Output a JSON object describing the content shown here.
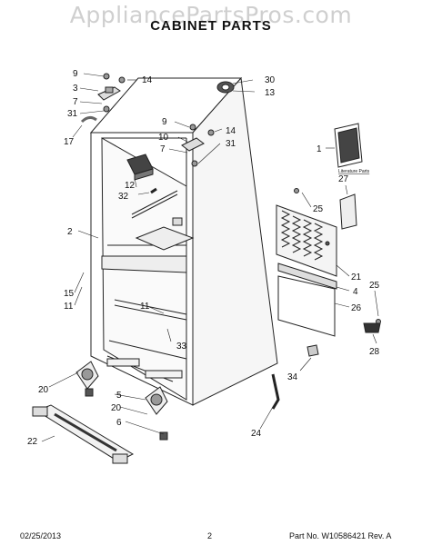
{
  "watermark": "AppliancePartsPros.com",
  "title": "CABINET PARTS",
  "literature_caption": "Literature Parts",
  "callouts": [
    "9",
    "14",
    "3",
    "7",
    "31",
    "17",
    "30",
    "13",
    "9",
    "10",
    "14",
    "7",
    "31",
    "1",
    "12",
    "32",
    "27",
    "25",
    "2",
    "15",
    "11",
    "11",
    "33",
    "21",
    "4",
    "26",
    "25",
    "28",
    "34",
    "20",
    "5",
    "20",
    "6",
    "22",
    "24"
  ],
  "footer": {
    "date": "02/25/2013",
    "page": "2",
    "part_info": "Part No. W10586421  Rev. A"
  }
}
